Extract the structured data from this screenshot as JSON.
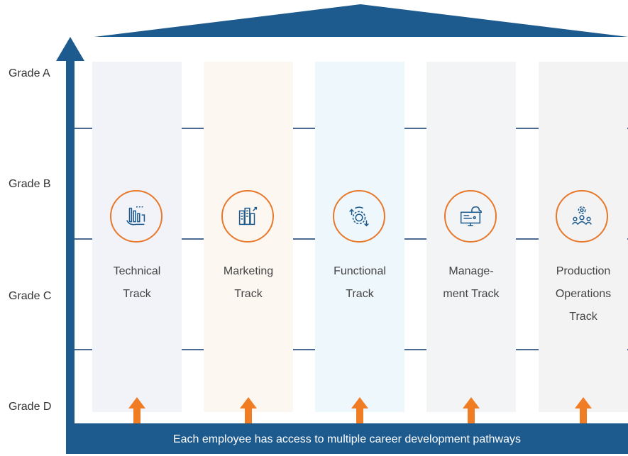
{
  "colors": {
    "navy": "#1d5a8e",
    "orange": "#f07c24",
    "line": "#4a6a93"
  },
  "grades": [
    "Grade A",
    "Grade B",
    "Grade C",
    "Grade D"
  ],
  "tracks": [
    {
      "label_lines": [
        "Technical",
        "Track"
      ],
      "icon": "growth-hand-icon",
      "column_color": "#f1f3f9"
    },
    {
      "label_lines": [
        "Marketing",
        "Track"
      ],
      "icon": "buildings-chart-icon",
      "column_color": "#fdf7f2"
    },
    {
      "label_lines": [
        "Functional",
        "Track"
      ],
      "icon": "gear-cycle-icon",
      "column_color": "#eef7fc"
    },
    {
      "label_lines": [
        "Manage-",
        "ment Track"
      ],
      "icon": "computer-cloud-icon",
      "column_color": "#f3f4f6"
    },
    {
      "label_lines": [
        "Production",
        "Operations",
        "Track"
      ],
      "icon": "team-gear-icon",
      "column_color": "#f3f3f4"
    }
  ],
  "banner": {
    "text": "Each employee has access to multiple career development pathways"
  }
}
